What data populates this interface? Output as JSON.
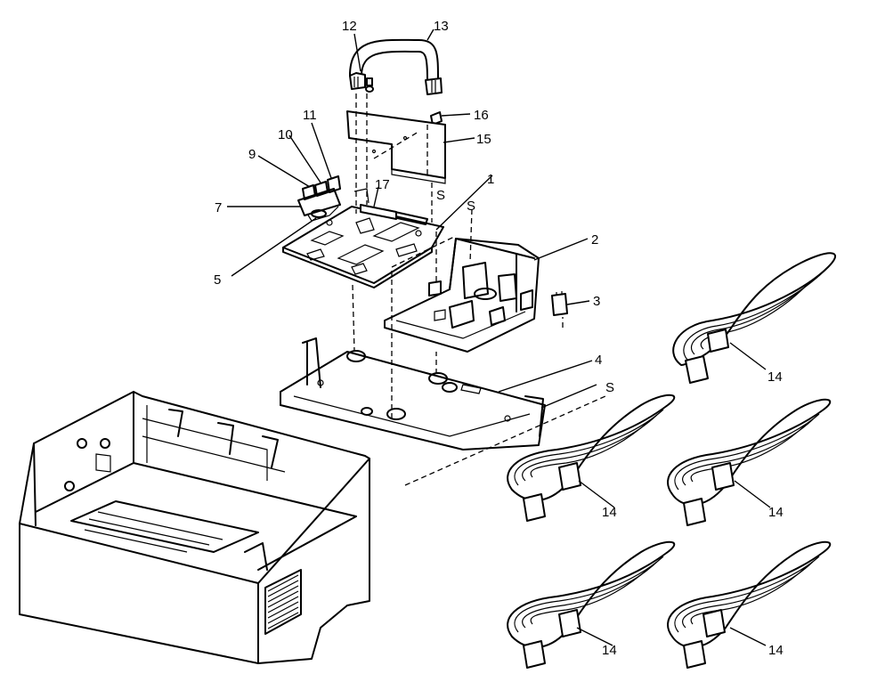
{
  "callouts": {
    "c1": "1",
    "c2": "2",
    "c3": "3",
    "c4": "4",
    "c5": "5",
    "c7": "7",
    "c9": "9",
    "c10": "10",
    "c11": "11",
    "c12": "12",
    "c13": "13",
    "c15": "15",
    "c16": "16",
    "c17": "17",
    "s_a": "S",
    "s_b": "S",
    "s_c": "S",
    "cord_a": "14",
    "cord_b": "14",
    "cord_c": "14",
    "cord_d": "14",
    "cord_e": "14"
  }
}
